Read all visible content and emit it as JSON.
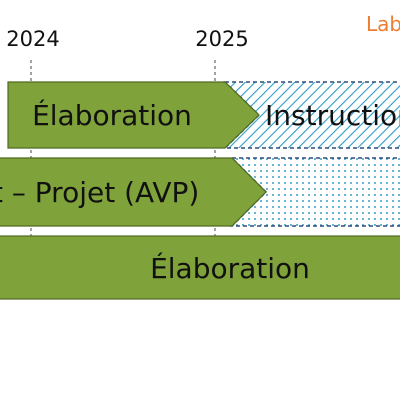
{
  "years": {
    "y2024": "2024",
    "y2025": "2025"
  },
  "corner_label": {
    "text": "Lab",
    "color": "#ED7D31"
  },
  "rows": [
    {
      "solid_label": "Élaboration",
      "pattern_label": "Instruction",
      "pattern": "diagonal-hatch"
    },
    {
      "solid_label": "t – Projet (AVP)",
      "pattern_label": "",
      "pattern": "dots"
    },
    {
      "solid_label": "Élaboration"
    }
  ],
  "colors": {
    "solid_fill": "#7FA23A",
    "solid_stroke": "#4F6B22",
    "hatch_line": "#2E9BC4",
    "dot_fill": "#3FA3C8",
    "dashed_border": "#2F4B7C",
    "grid_line": "#444444"
  },
  "icons": {
    "milestone_markers": "dashed-vertical-line"
  }
}
